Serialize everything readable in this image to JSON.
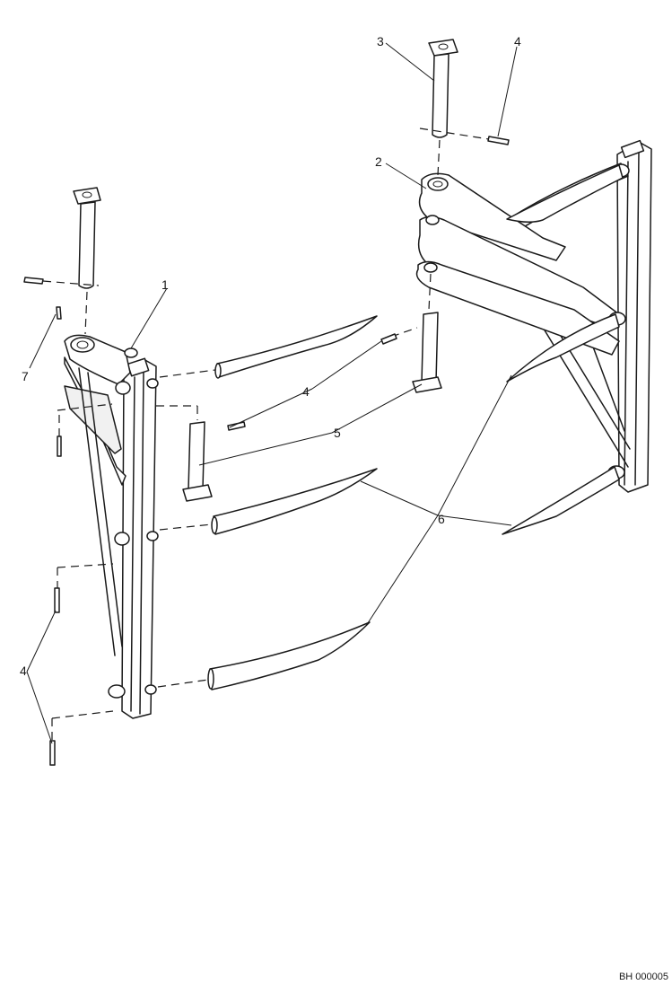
{
  "diagram": {
    "type": "exploded parts diagram",
    "reference_code": "BH 000005",
    "callouts": [
      {
        "id": "c1",
        "label": "1"
      },
      {
        "id": "c2",
        "label": "2"
      },
      {
        "id": "c3",
        "label": "3"
      },
      {
        "id": "c4a",
        "label": "4"
      },
      {
        "id": "c4b",
        "label": "4"
      },
      {
        "id": "c4c",
        "label": "4"
      },
      {
        "id": "c5",
        "label": "5"
      },
      {
        "id": "c6",
        "label": "6"
      },
      {
        "id": "c7",
        "label": "7"
      }
    ]
  }
}
